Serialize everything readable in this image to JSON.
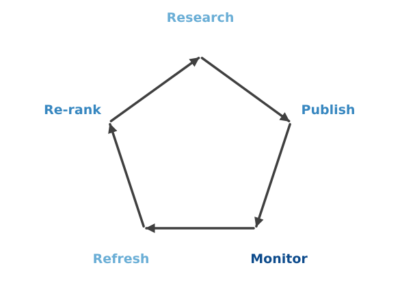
{
  "diagram": {
    "type": "cycle",
    "edge_color": "#404040",
    "nodes": [
      {
        "id": "research",
        "label": "Research",
        "color": "#6aaed6"
      },
      {
        "id": "publish",
        "label": "Publish",
        "color": "#3787c0"
      },
      {
        "id": "monitor",
        "label": "Monitor",
        "color": "#0d4b8c"
      },
      {
        "id": "refresh",
        "label": "Refresh",
        "color": "#6aaed6"
      },
      {
        "id": "rerank",
        "label": "Re-rank",
        "color": "#3787c0"
      }
    ],
    "edges": [
      {
        "from": "research",
        "to": "publish"
      },
      {
        "from": "publish",
        "to": "monitor"
      },
      {
        "from": "monitor",
        "to": "refresh"
      },
      {
        "from": "refresh",
        "to": "rerank"
      },
      {
        "from": "rerank",
        "to": "research"
      }
    ]
  }
}
